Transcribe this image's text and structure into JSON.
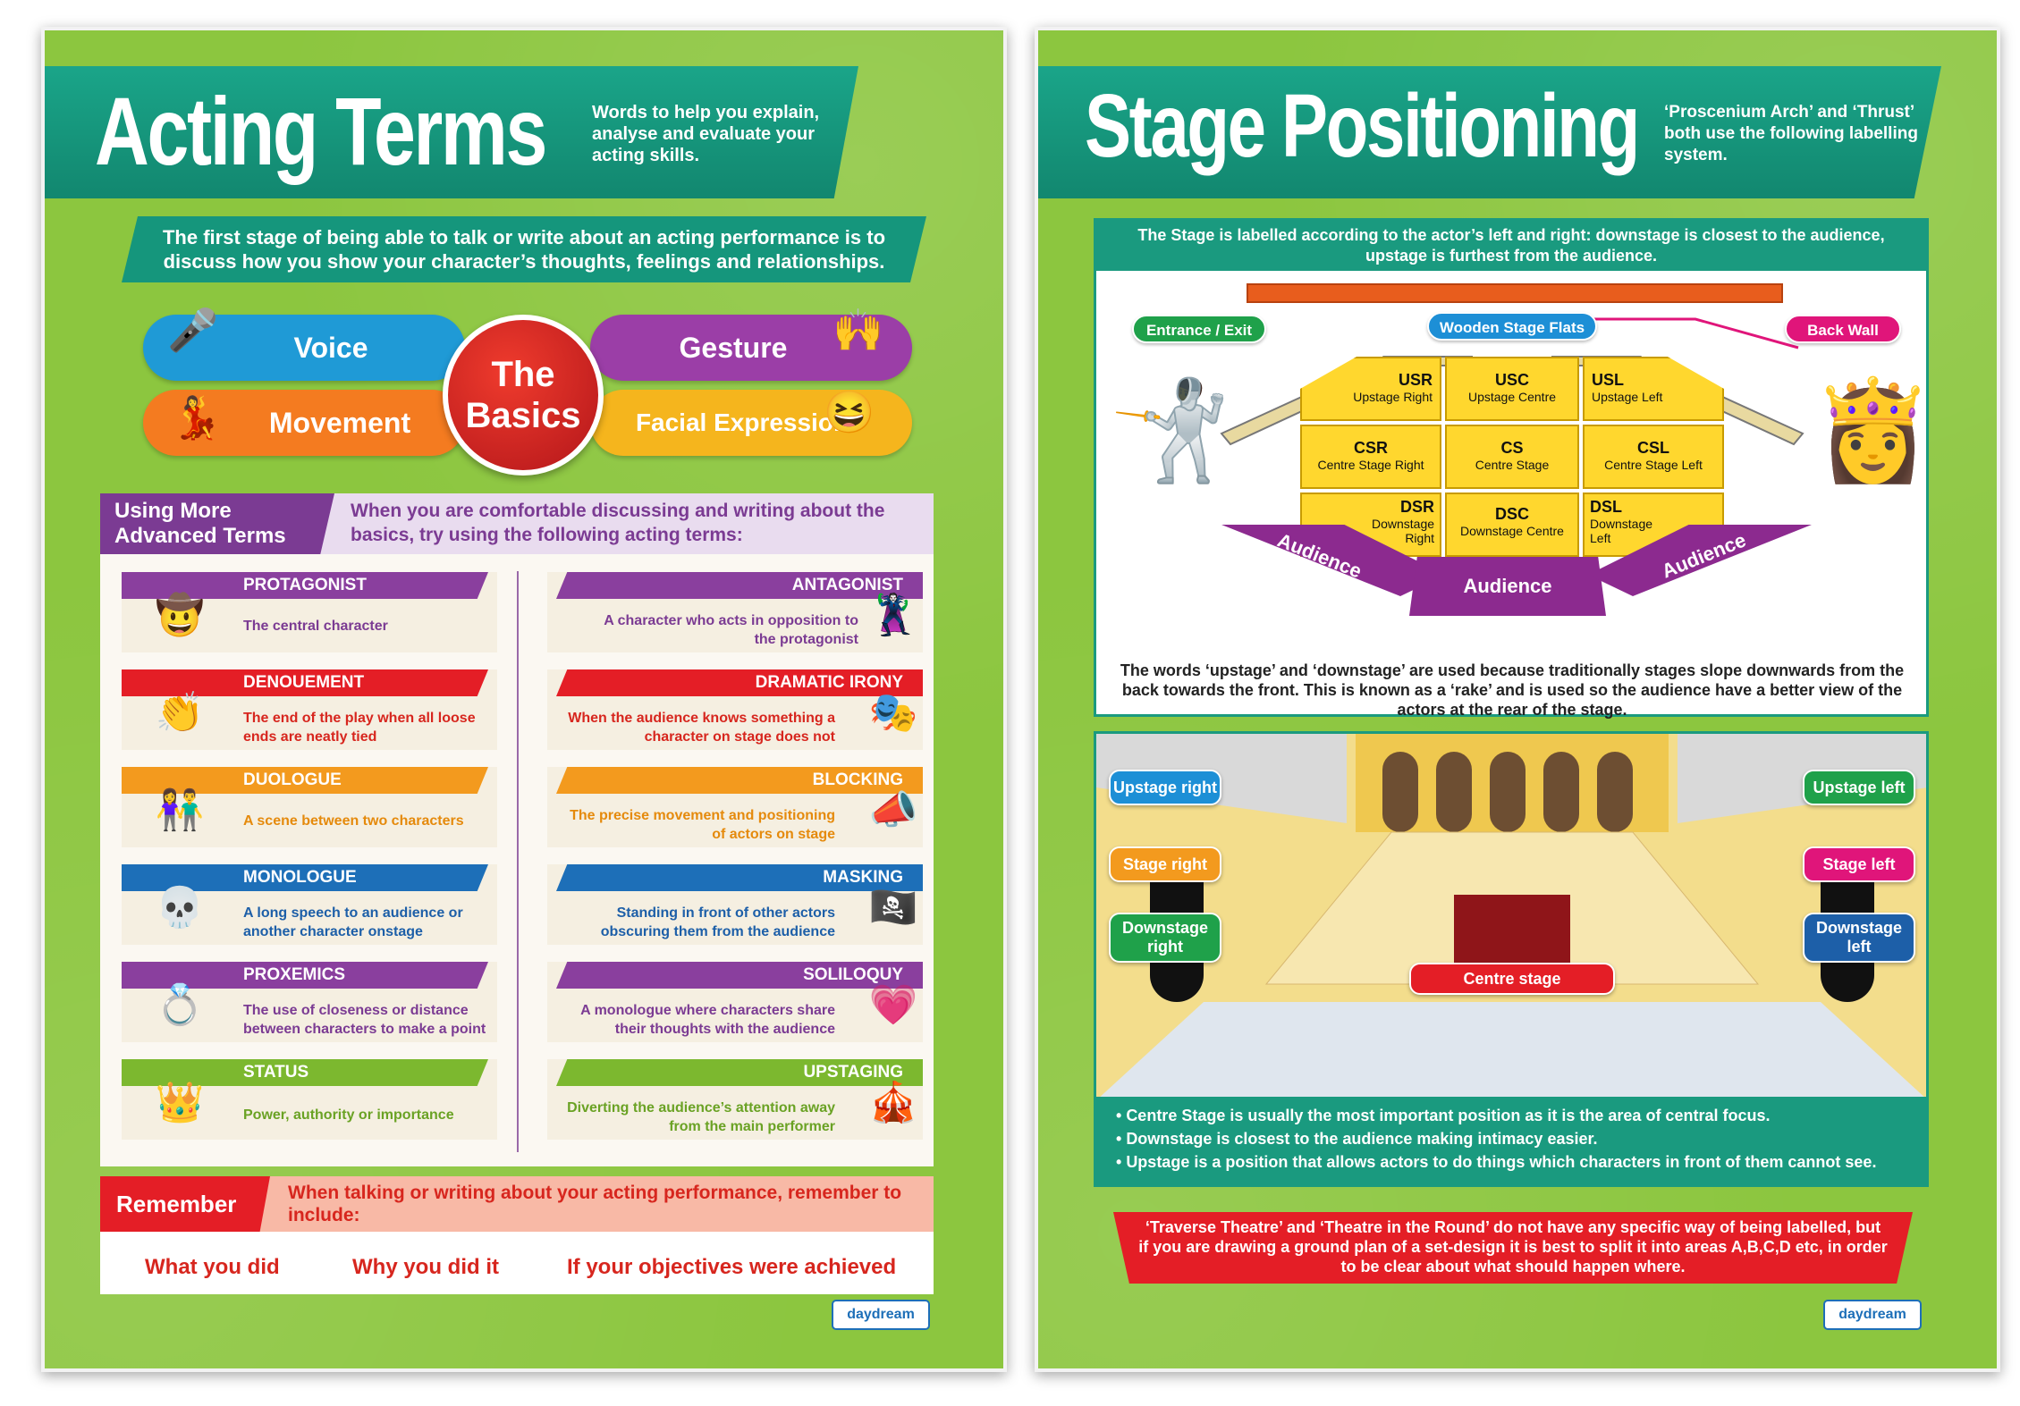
{
  "poster1": {
    "title": "Acting Terms",
    "subtitle": "Words to help you explain, analyse and evaluate your acting skills.",
    "intro": "The first stage of being able to talk or write about an acting performance is to discuss how you show your character’s thoughts, feelings and relationships.",
    "basics": {
      "center": "The Basics",
      "items": [
        "Voice",
        "Gesture",
        "Movement",
        "Facial Expression"
      ]
    },
    "advanced": {
      "label": "Using More Advanced Terms",
      "description": "When you are comfortable discussing and writing about the basics, try using the following acting terms:",
      "left_terms": [
        {
          "term": "PROTAGONIST",
          "definition": "The central character",
          "color": "#8a3f9e",
          "text_color": "#7b3b93"
        },
        {
          "term": "DENOUEMENT",
          "definition": "The end of the play when all loose ends are neatly tied",
          "color": "#e41e26",
          "text_color": "#d7261e"
        },
        {
          "term": "DUOLOGUE",
          "definition": "A scene between two characters",
          "color": "#f39a1e",
          "text_color": "#e58a0c"
        },
        {
          "term": "MONOLOGUE",
          "definition": "A long speech to an audience or another character onstage",
          "color": "#1d6fb8",
          "text_color": "#1d5fa8"
        },
        {
          "term": "PROXEMICS",
          "definition": "The use of closeness or distance between characters to make a point",
          "color": "#8a3f9e",
          "text_color": "#7b3b93"
        },
        {
          "term": "STATUS",
          "definition": "Power, authority or importance",
          "color": "#7cb82f",
          "text_color": "#6aa224"
        }
      ],
      "right_terms": [
        {
          "term": "ANTAGONIST",
          "definition": "A character who acts in opposition to the protagonist",
          "color": "#8a3f9e",
          "text_color": "#7b3b93"
        },
        {
          "term": "DRAMATIC IRONY",
          "definition": "When the audience knows something a character on stage does not",
          "color": "#e41e26",
          "text_color": "#d7261e"
        },
        {
          "term": "BLOCKING",
          "definition": "The precise movement and positioning of actors on stage",
          "color": "#f39a1e",
          "text_color": "#e58a0c"
        },
        {
          "term": "MASKING",
          "definition": "Standing in front of other actors obscuring them from the audience",
          "color": "#1d6fb8",
          "text_color": "#1d5fa8"
        },
        {
          "term": "SOLILOQUY",
          "definition": "A monologue where characters share their thoughts with the audience",
          "color": "#8a3f9e",
          "text_color": "#7b3b93"
        },
        {
          "term": "UPSTAGING",
          "definition": "Diverting the audience’s attention away from the main performer",
          "color": "#7cb82f",
          "text_color": "#6aa224"
        }
      ]
    },
    "remember": {
      "label": "Remember",
      "description": "When talking or writing about your acting performance, remember to include:",
      "items": [
        "What you did",
        "Why you did it",
        "If your objectives were achieved"
      ]
    },
    "logo": "daydream"
  },
  "poster2": {
    "title": "Stage Positioning",
    "subtitle": "‘Proscenium Arch’ and ‘Thrust’ both use the following labelling system.",
    "stage_intro": "The Stage is labelled according to the actor’s left and right: downstage is closest to the audience, upstage is furthest from the audience.",
    "callouts": {
      "entrance": "Entrance / Exit",
      "flats": "Wooden Stage Flats",
      "back_wall": "Back Wall"
    },
    "grid": [
      {
        "abbr": "USR",
        "name": "Upstage Right"
      },
      {
        "abbr": "USC",
        "name": "Upstage Centre"
      },
      {
        "abbr": "USL",
        "name": "Upstage Left"
      },
      {
        "abbr": "CSR",
        "name": "Centre Stage Right"
      },
      {
        "abbr": "CS",
        "name": "Centre Stage"
      },
      {
        "abbr": "CSL",
        "name": "Centre Stage Left"
      },
      {
        "abbr": "DSR",
        "name": "Downstage Right"
      },
      {
        "abbr": "DSC",
        "name": "Downstage Centre"
      },
      {
        "abbr": "DSL",
        "name": "Downstage Left"
      }
    ],
    "audience": [
      "Audience",
      "Audience",
      "Audience"
    ],
    "stage_note": "The words ‘upstage’ and ‘downstage’ are used because traditionally stages slope downwards from the back towards the front. This is known as a ‘rake’ and is used so the audience have a better view of the actors at the rear of the stage.",
    "theatre_labels": {
      "upstage_right": "Upstage right",
      "upstage_left": "Upstage left",
      "stage_right": "Stage right",
      "stage_left": "Stage left",
      "downstage_right": "Downstage right",
      "downstage_left": "Downstage left",
      "centre_stage": "Centre stage"
    },
    "bullets": [
      "Centre Stage is usually the most important position as it is the area of central focus.",
      "Downstage is closest to the audience making intimacy easier.",
      "Upstage is a position that allows actors to do things which characters in front of them cannot see."
    ],
    "traverse": "‘Traverse Theatre’ and ‘Theatre in the Round’ do not have any specific way of being labelled, but if you are drawing a ground plan of a set-design it is best to split it into areas A,B,C,D etc, in order to be clear about what should happen where.",
    "logo": "daydream"
  }
}
